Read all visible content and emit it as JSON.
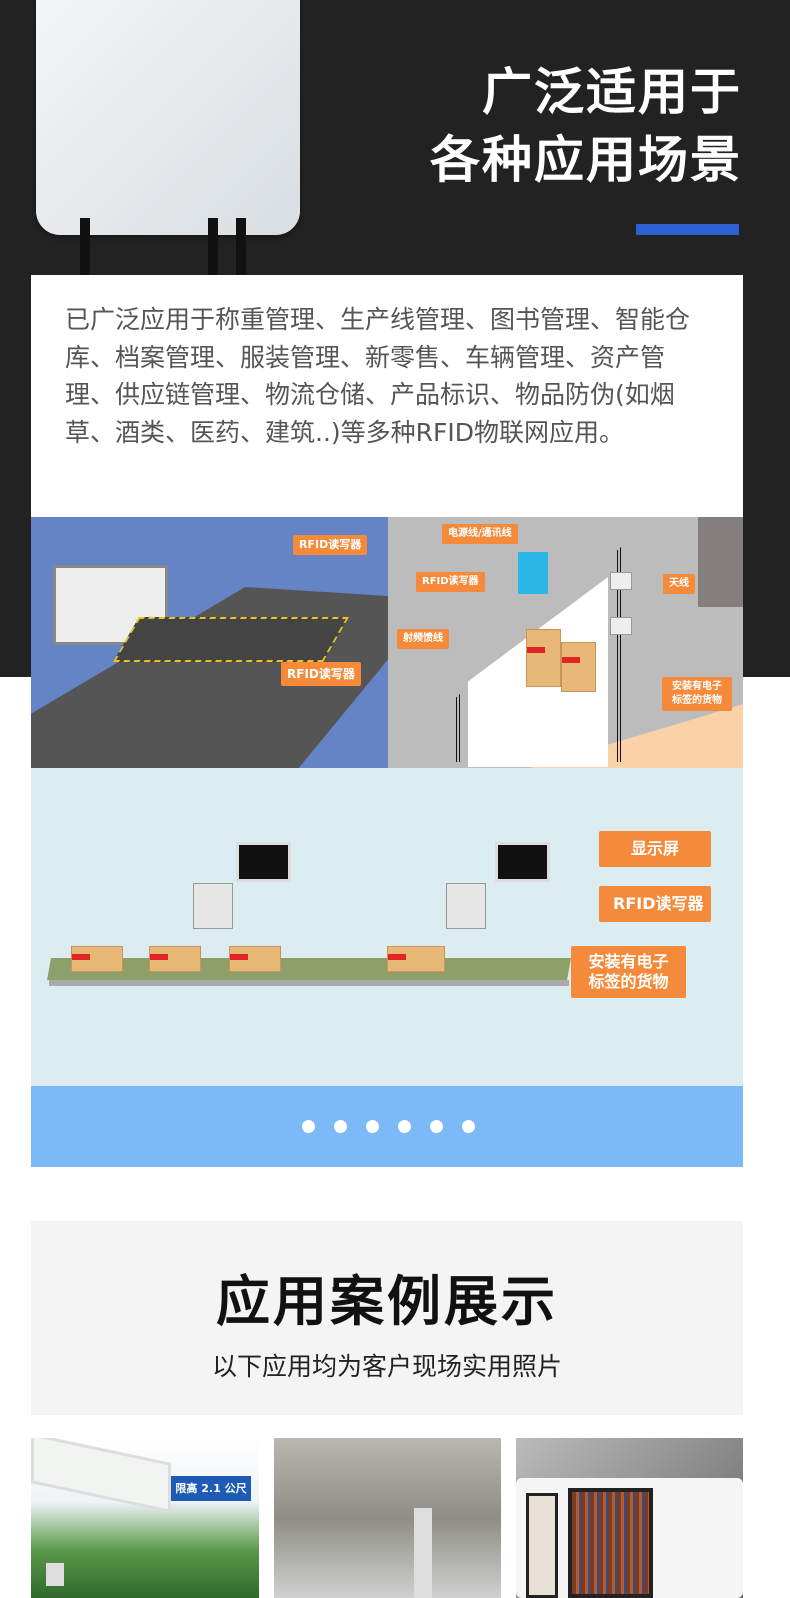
{
  "header": {
    "title_line1": "广泛适用于",
    "title_line2": "各种应用场景",
    "accent_color": "#2e5fd2"
  },
  "description": "已广泛应用于称重管理、生产线管理、图书管理、智能仓库、档案管理、服装管理、新零售、车辆管理、资产管理、供应链管理、物流仓储、产品标识、物品防伪(如烟草、酒类、医药、建筑..)等多种RFID物联网应用。",
  "scene_weighbridge": {
    "label_top": "RFID读写器",
    "label_bottom": "RFID读写器"
  },
  "scene_warehouse": {
    "power_line": "电源线/通讯线",
    "reader": "RFID读写器",
    "antenna": "天线",
    "feeder": "射频馈线",
    "goods": "安装有电子标签的货物"
  },
  "scene_conveyor": {
    "display": "显示屏",
    "reader": "RFID读写器",
    "goods_line1": "安装有电子",
    "goods_line2": "标签的货物"
  },
  "carousel": {
    "total": 6,
    "active": 0
  },
  "cases": {
    "title": "应用案例展示",
    "subtitle": "以下应用均为客户现场实用照片"
  },
  "photos": {
    "sign_text": "限高 2.1 公尺"
  }
}
